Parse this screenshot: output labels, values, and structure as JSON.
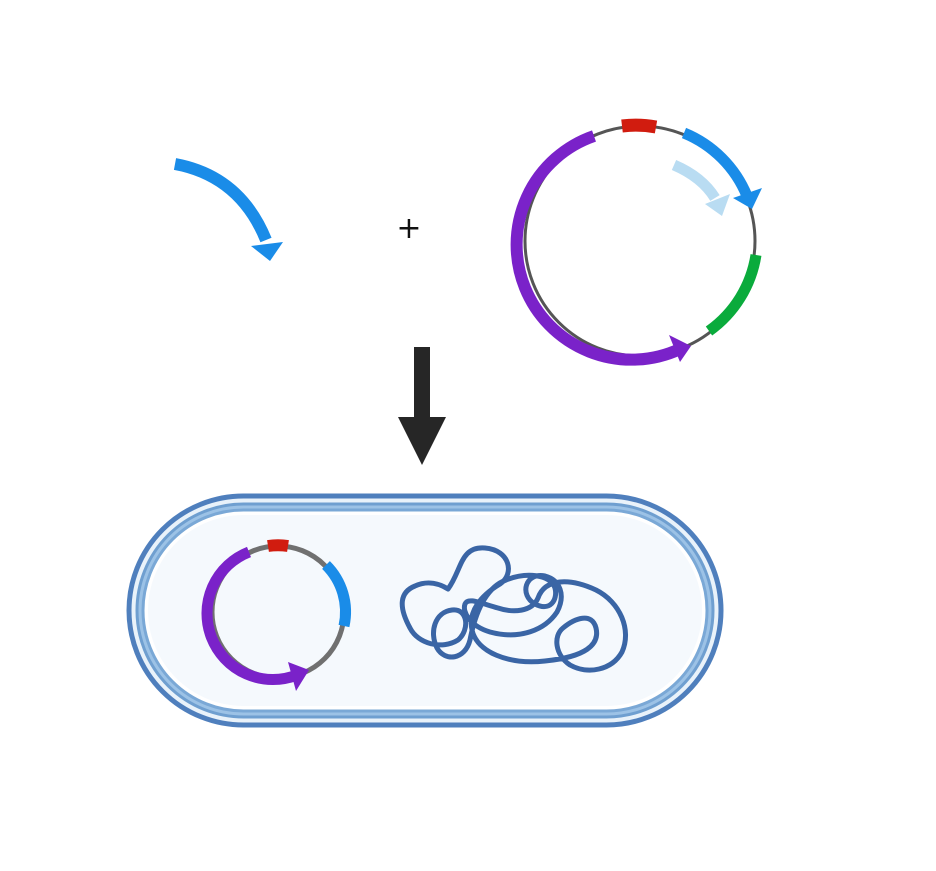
{
  "diagram": {
    "operator_symbol": "+",
    "colors": {
      "insert_gene": "#1a8ce8",
      "insert_gene_ghost": "#b9dcf2",
      "origin_marker": "#d11c0f",
      "selection_marker": "#0aab3c",
      "promoter_gene": "#7a22c9",
      "backbone": "#555555",
      "arrow": "#262626",
      "cell_outer_membrane": "#4f7fbd",
      "cell_periplasm": "#9cc2e6",
      "cell_cytoplasm": "#f5f9fd",
      "chromosome": "#3a65a5"
    },
    "components": [
      "insert-gene-arrow",
      "plasmid-vector",
      "process-arrow",
      "bacterial-cell",
      "recombinant-plasmid",
      "bacterial-chromosome"
    ]
  }
}
